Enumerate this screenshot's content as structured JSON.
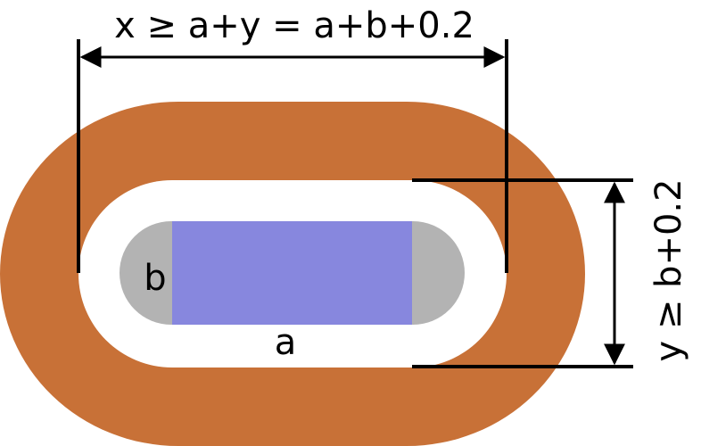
{
  "labels": {
    "top_dimension": "x ≥ a+y = a+b+0.2",
    "right_dimension": "y ≥ b+0.2",
    "inner_width": "a",
    "inner_height": "b"
  },
  "colors": {
    "outer_ring": "#C87137",
    "inner_slot": "#FFFFFF",
    "component_body": "#8787DE",
    "component_ends": "#B3B3B3",
    "lines": "#000000",
    "background": "#FFFFFF"
  }
}
